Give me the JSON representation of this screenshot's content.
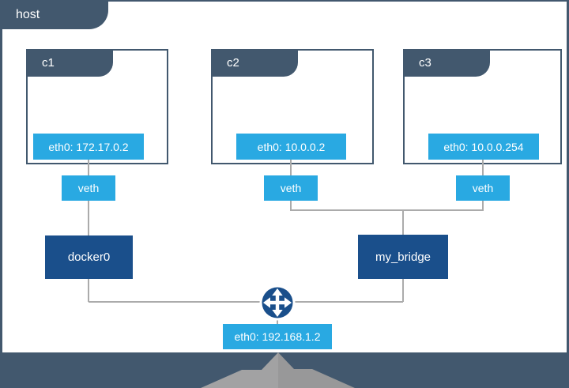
{
  "host": {
    "label": "host",
    "interface_label": "eth0: 192.168.1.2"
  },
  "containers": [
    {
      "label": "c1",
      "interface_label": "eth0: 172.17.0.2",
      "veth_label": "veth"
    },
    {
      "label": "c2",
      "interface_label": "eth0: 10.0.0.2",
      "veth_label": "veth"
    },
    {
      "label": "c3",
      "interface_label": "eth0: 10.0.0.254",
      "veth_label": "veth"
    }
  ],
  "bridges": [
    {
      "label": "docker0"
    },
    {
      "label": "my_bridge"
    }
  ],
  "icons": {
    "router": "router-icon",
    "external_arrow": "up-arrow-icon"
  },
  "colors": {
    "slate": "#42586e",
    "bright_blue": "#29a9e2",
    "navy": "#1a4f8b",
    "connector_gray": "#ababab",
    "arrow_gray_left": "#a2a2a3",
    "arrow_gray_right": "#989899"
  }
}
